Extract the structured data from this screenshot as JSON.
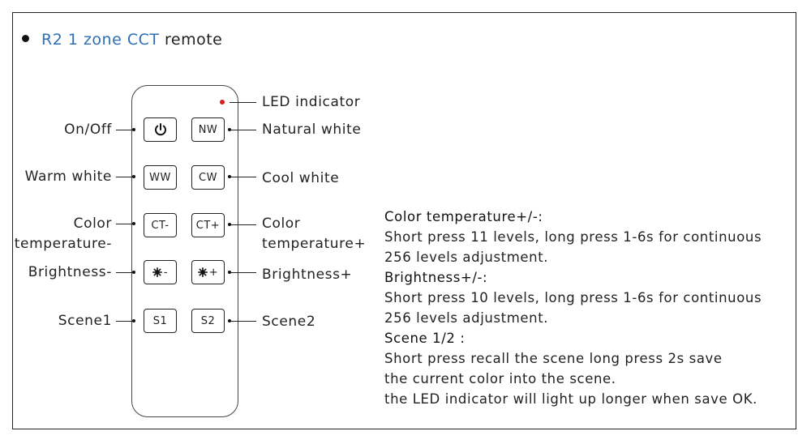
{
  "heading": {
    "blue": "R2 1 zone CCT",
    "rest": "remote"
  },
  "buttons": {
    "nw": "NW",
    "ww": "WW",
    "cw": "CW",
    "ct_minus": "CT-",
    "ct_plus": "CT+",
    "br_minus": "-",
    "br_plus": "+",
    "s1": "S1",
    "s2": "S2"
  },
  "labels": {
    "led": "LED indicator",
    "on_off": "On/Off",
    "natural_white": "Natural white",
    "warm_white": "Warm white",
    "cool_white": "Cool white",
    "color_temp_minus_1": "Color",
    "color_temp_minus_2": "temperature-",
    "color_temp_plus_1": "Color",
    "color_temp_plus_2": "temperature+",
    "brightness_minus": "Brightness-",
    "brightness_plus": "Brightness+",
    "scene1": "Scene1",
    "scene2": "Scene2"
  },
  "description": {
    "ct_title": "Color temperature+/-:",
    "ct_line1": "Short press 11 levels, long press 1-6s for continuous",
    "ct_line2": "256 levels adjustment.",
    "br_title": "Brightness+/-:",
    "br_line1": "Short press 10 levels, long press 1-6s for continuous",
    "br_line2": "256 levels adjustment.",
    "sc_title": "Scene 1/2 :",
    "sc_line1": "Short press recall the scene long press 2s save",
    "sc_line2": "the current color into the scene.",
    "sc_line3": "the LED indicator will light up longer when save OK."
  },
  "colors": {
    "accent": "#2f6fb5",
    "led": "#d81e1e"
  },
  "icons": {
    "power": "power-icon",
    "sun": "sun-icon"
  }
}
